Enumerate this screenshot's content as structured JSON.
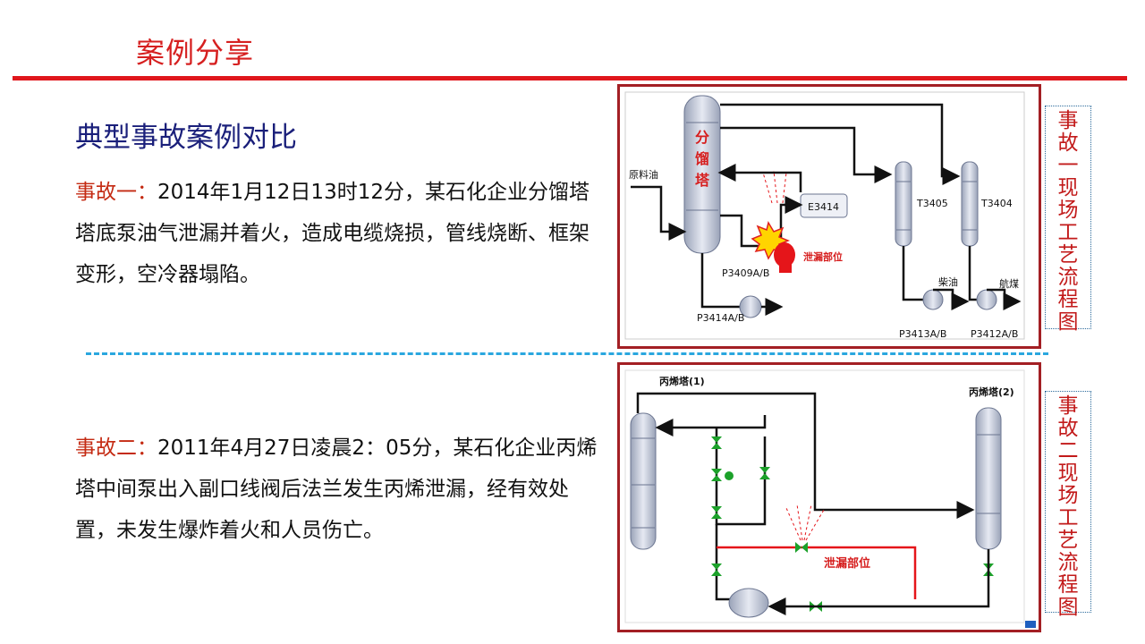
{
  "header": {
    "title": "案例分享"
  },
  "section": {
    "subtitle": "典型事故案例对比"
  },
  "case1": {
    "label": "事故一：",
    "text": "2014年1月12日13时12分，某石化企业分馏塔塔底泵油气泄漏并着火，造成电缆烧损，管线烧断、框架变形，空冷器塌陷。"
  },
  "case2": {
    "label": "事故二：",
    "text": "2011年4月27日凌晨2：05分，某石化企业丙烯塔中间泵出入副口线阀后法兰发生丙烯泄漏，经有效处置，未发生爆炸着火和人员伤亡。"
  },
  "diagram1": {
    "side_label": "事故一现场工艺流程图",
    "column": "分馏塔",
    "feed": "原料油",
    "exchanger": "E3414",
    "leak": "泄漏部位",
    "t3405": "T3405",
    "t3404": "T3404",
    "p3409": "P3409A/B",
    "p3414": "P3414A/B",
    "p3413": "P3413A/B",
    "p3412": "P3412A/B",
    "diesel": "柴油",
    "jet": "航煤"
  },
  "diagram2": {
    "side_label": "事故二现场工艺流程图",
    "tower1": "丙烯塔(1)",
    "tower2": "丙烯塔(2)",
    "leak": "泄漏部位"
  },
  "colors": {
    "accent": "#e0171c",
    "title_blue": "#1a1f7a",
    "case_label": "#c42a12",
    "dash": "#2aa7df"
  }
}
